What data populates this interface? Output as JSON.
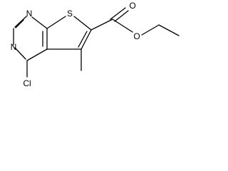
{
  "molecule": {
    "atoms": {
      "n1": "N",
      "n3": "N",
      "s": "S",
      "cl": "Cl",
      "o_carbonyl": "O",
      "o_ester": "O"
    }
  },
  "colors": {
    "bond": "#000000",
    "label": "#000000",
    "background": "#ffffff"
  }
}
